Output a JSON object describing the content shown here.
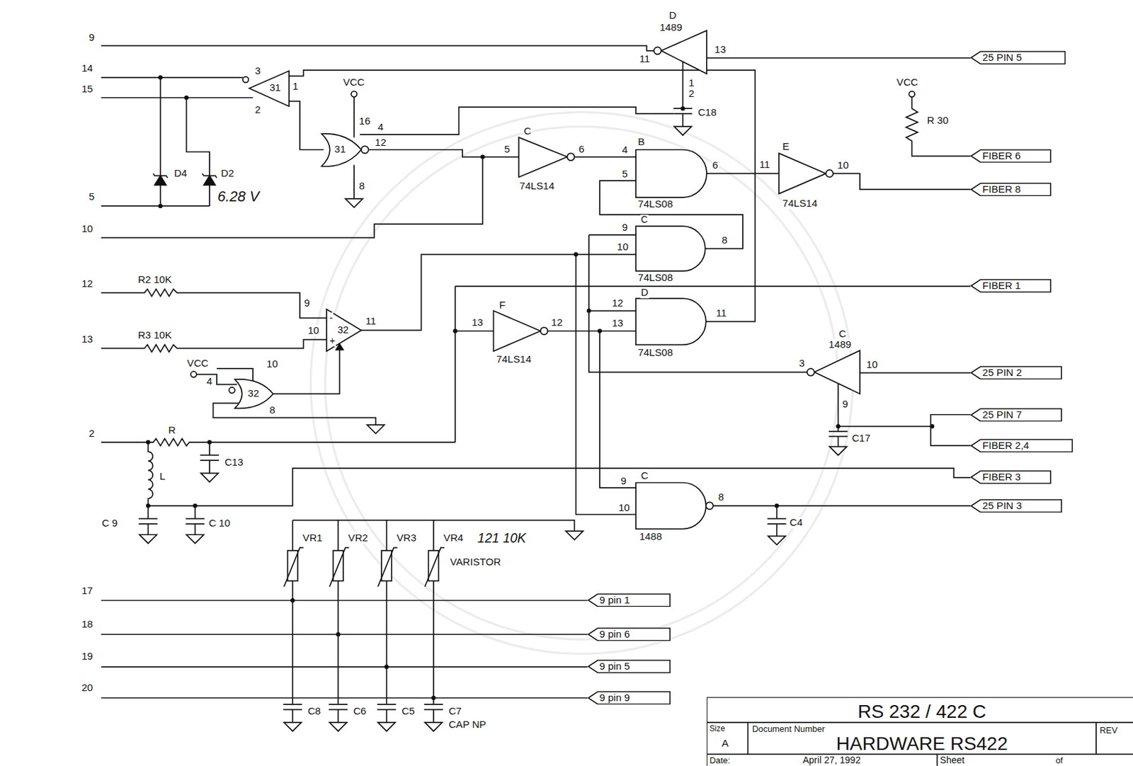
{
  "diagram": {
    "nodes": [
      {
        "text": [
          "25 PIN 5"
        ]
      },
      {
        "text": [
          "FIBER 6"
        ]
      },
      {
        "text": [
          "FIBER 8"
        ]
      },
      {
        "text": [
          "FIBER 1"
        ]
      },
      {
        "text": [
          "25 PIN 2"
        ]
      },
      {
        "text": [
          "25 PIN 7"
        ]
      },
      {
        "text": [
          "FIBER 2,4"
        ]
      },
      {
        "text": [
          "FIBER 3"
        ]
      },
      {
        "text": [
          "25 PIN 3"
        ]
      },
      {
        "text": [
          "9 pin 1"
        ]
      },
      {
        "text": [
          "9 pin 6"
        ]
      },
      {
        "text": [
          "9 pin 5"
        ]
      },
      {
        "text": [
          "9 pin 9"
        ]
      },
      {
        "text": [
          "RS 232 / 422 C",
          "Size",
          "A",
          "Document Number",
          "HARDWARE RS422",
          "REV",
          "Date:",
          "April 27, 1992",
          "Sheet",
          "of"
        ]
      }
    ],
    "edges": [
      {
        "from": 5,
        "to": 6,
        "arrow": "none"
      }
    ],
    "labels": [
      "9",
      "14",
      "15",
      "5",
      "10",
      "12",
      "13",
      "2",
      "17",
      "18",
      "19",
      "20",
      "D",
      "1489",
      "11",
      "13",
      "3",
      "2",
      "1",
      "31",
      "VCC",
      "16",
      "4",
      "31",
      "12",
      "8",
      "C",
      "5",
      "6",
      "74LS14",
      "B",
      "4",
      "5",
      "6",
      "74LS08",
      "11",
      "E",
      "10",
      "74LS14",
      "VCC",
      "R 30",
      "C18",
      "1",
      "2",
      "D4",
      "D2",
      "6.28 V",
      "C",
      "9",
      "10",
      "8",
      "74LS08",
      "R2 10K",
      "R3 10K",
      "9",
      "10",
      "11",
      "32",
      "-",
      "+",
      "F",
      "13",
      "12",
      "74LS14",
      "D",
      "12",
      "13",
      "11",
      "74LS08",
      "C",
      "1489",
      "3",
      "10",
      "9",
      "C17",
      "VCC",
      "4",
      "32",
      "10",
      "8",
      "R",
      "L",
      "C13",
      "C 9",
      "C 10",
      "C",
      "9",
      "10",
      "8",
      "1488",
      "C4",
      "VR1",
      "VR2",
      "VR3",
      "VR4",
      "121 10K",
      "VARISTOR",
      "C8",
      "C6",
      "C5",
      "C7",
      "CAP NP"
    ]
  }
}
